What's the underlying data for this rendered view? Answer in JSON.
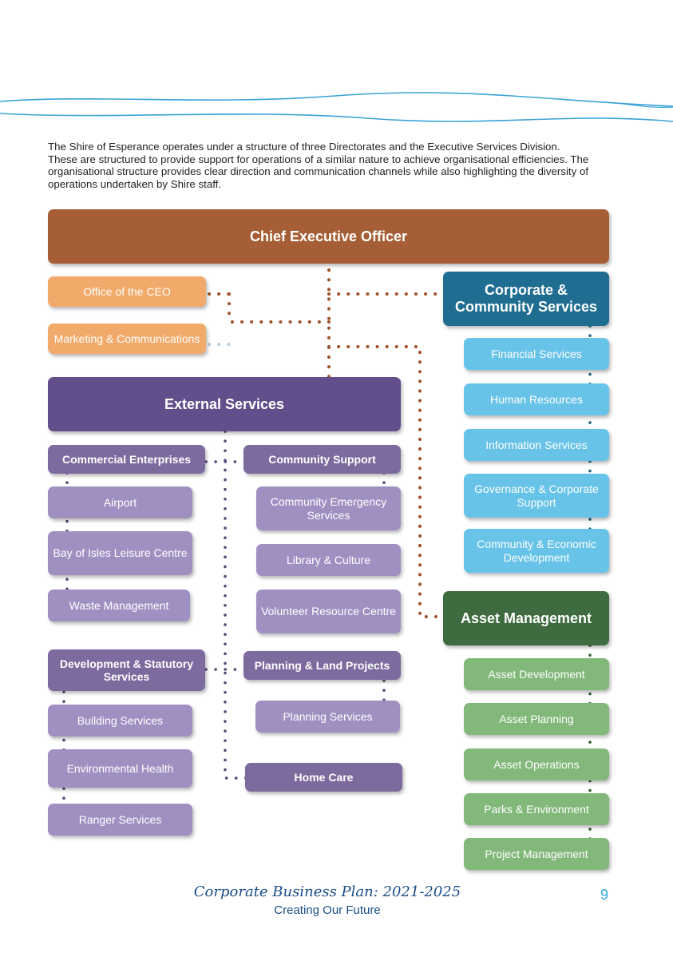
{
  "intro": "The Shire of Esperance operates under a structure of three Directorates and the Executive Services Division. These are structured to provide support for operations of a similar nature to achieve organisational efficiencies. The organisational structure provides clear direction and communication channels while also highlighting the diversity of operations undertaken by Shire staff.",
  "ceo": "Chief Executive Officer",
  "office_ceo": "Office of the CEO",
  "marketing": "Marketing & Communications",
  "corporate": {
    "head": "Corporate & Community Services",
    "items": [
      "Financial Services",
      "Human Resources",
      "Information Services",
      "Governance & Corporate Support",
      "Community & Economic Development"
    ]
  },
  "asset": {
    "head": "Asset Management",
    "items": [
      "Asset Development",
      "Asset Planning",
      "Asset Operations",
      "Parks & Environment",
      "Project Management"
    ]
  },
  "external": {
    "head": "External Services",
    "commercial": {
      "head": "Commercial Enterprises",
      "items": [
        "Airport",
        "Bay of Isles Leisure Centre",
        "Waste Management"
      ]
    },
    "community": {
      "head": "Community Support",
      "items": [
        "Community Emergency Services",
        "Library & Culture",
        "Volunteer Resource Centre"
      ]
    },
    "development": {
      "head": "Development & Statutory Services",
      "items": [
        "Building Services",
        "Environmental Health",
        "Ranger Services"
      ]
    },
    "planning": {
      "head": "Planning & Land Projects",
      "items": [
        "Planning Services"
      ]
    },
    "home_care": "Home Care"
  },
  "footer": {
    "title": "Corporate Business Plan: 2021-2025",
    "subtitle": "Creating Our Future",
    "page": "9"
  },
  "colors": {
    "ceo": "#a55e35",
    "executive": "#f2aa6a",
    "corporate_head": "#1f6d91",
    "corporate_item": "#68c3e8",
    "asset_head": "#3e6b3f",
    "asset_item": "#82b87a",
    "external_head": "#624e8a",
    "external_sub": "#7d6a9e",
    "external_item": "#a090c2",
    "footer_text": "#1a4d86",
    "page_number": "#2ba8dc"
  }
}
